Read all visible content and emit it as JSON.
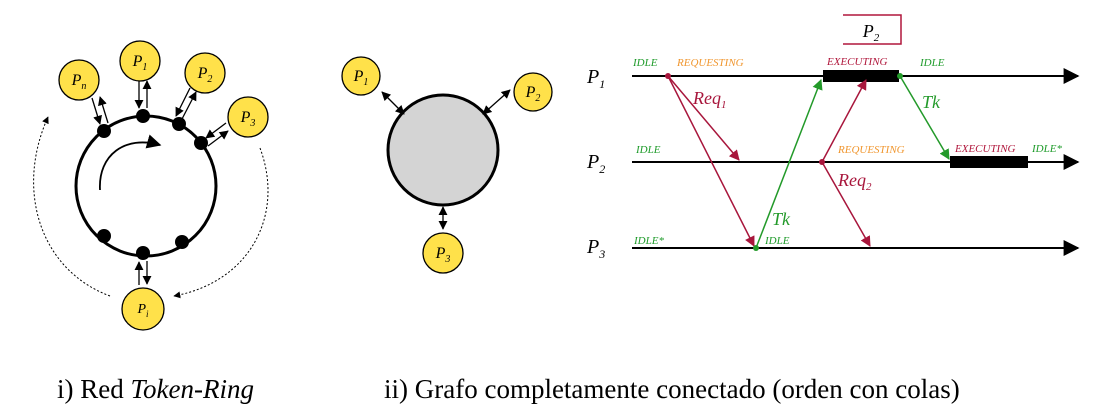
{
  "colors": {
    "idle": "#1E9B2A",
    "requesting": "#F0962E",
    "executing": "#B0163B",
    "request_arrow": "#A8163C",
    "token_arrow": "#239A2A",
    "node_fill": "#FFE14A",
    "server_fill": "#D4D4D4"
  },
  "ring": {
    "nodes": [
      {
        "base": "P",
        "sub": "n"
      },
      {
        "base": "P",
        "sub": "1"
      },
      {
        "base": "P",
        "sub": "2"
      },
      {
        "base": "P",
        "sub": "3"
      },
      {
        "base": "P",
        "sub": "i"
      }
    ]
  },
  "graph": {
    "nodes": [
      {
        "base": "P",
        "sub": "1"
      },
      {
        "base": "P",
        "sub": "2"
      },
      {
        "base": "P",
        "sub": "3"
      }
    ]
  },
  "timeline": {
    "holder_box": {
      "base": "P",
      "sub": "2"
    },
    "processes": [
      {
        "base": "P",
        "sub": "1"
      },
      {
        "base": "P",
        "sub": "2"
      },
      {
        "base": "P",
        "sub": "3"
      }
    ],
    "states": {
      "p1_idle": "IDLE",
      "p1_requesting": "REQUESTING",
      "p1_executing": "EXECUTING",
      "p1_idle_after": "IDLE",
      "p2_idle": "IDLE",
      "p2_requesting": "REQUESTING",
      "p2_executing": "EXECUTING",
      "p2_idle_after": "IDLE*",
      "p3_idle_star": "IDLE*",
      "p3_idle": "IDLE"
    },
    "messages": {
      "req1": {
        "base": "Req",
        "sub": "1"
      },
      "req2": {
        "base": "Req",
        "sub": "2"
      },
      "tk_p3": "Tk",
      "tk_p1": "Tk"
    }
  },
  "captions": {
    "left_prefix": "i) Red ",
    "left_italic": "Token-Ring",
    "right": "ii) Grafo completamente conectado (orden con colas)"
  }
}
